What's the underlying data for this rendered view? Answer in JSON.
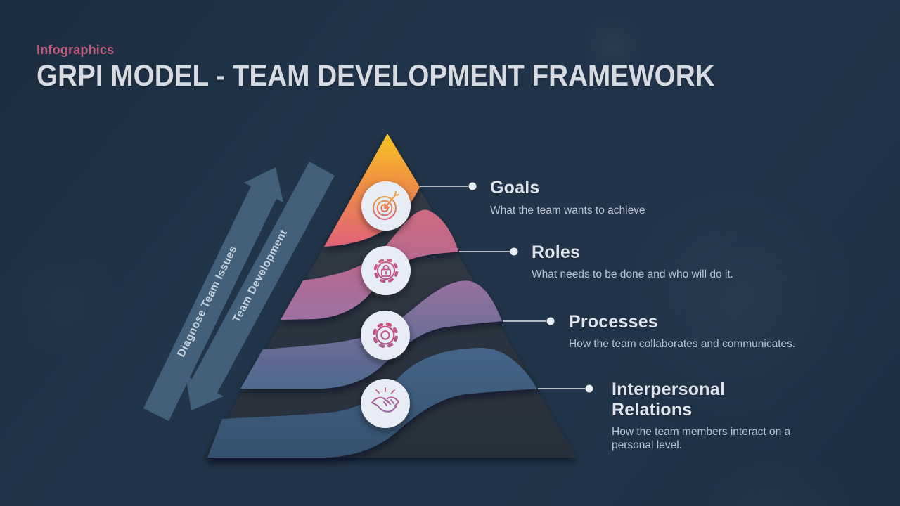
{
  "header": {
    "eyebrow": "Infographics",
    "title": "GRPI MODEL - TEAM DEVELOPMENT FRAMEWORK"
  },
  "arrows": [
    {
      "label": "Diagnose Team Issues",
      "direction": "up"
    },
    {
      "label": "Team Development",
      "direction": "down"
    }
  ],
  "levels": [
    {
      "name": "Goals",
      "description": "What the team wants to achieve",
      "icon": "target-icon",
      "color_top": "#f8c525",
      "color_bottom": "#e0627a"
    },
    {
      "name": "Roles",
      "description": "What needs to be done and who will do it.",
      "icon": "lock-gear-icon",
      "color_top": "#ce6a80",
      "color_bottom": "#9e71a3"
    },
    {
      "name": "Processes",
      "description": "How the team collaborates and communicates.",
      "icon": "gear-icon",
      "color_top": "#98719f",
      "color_bottom": "#4d688e"
    },
    {
      "name": "Interpersonal Relations",
      "description": "How the team members interact on a personal level.",
      "icon": "handshake-icon",
      "color_top": "#446489",
      "color_bottom": "#35506e"
    }
  ],
  "colors": {
    "background": "#213449",
    "pyramid_dark": "#2e3742",
    "arrow_band": "#47637f",
    "accent_pink": "#bf5e7c",
    "heading_text": "#dde4ec",
    "body_text": "#b9c5d2",
    "connector": "#e2e9f1"
  }
}
